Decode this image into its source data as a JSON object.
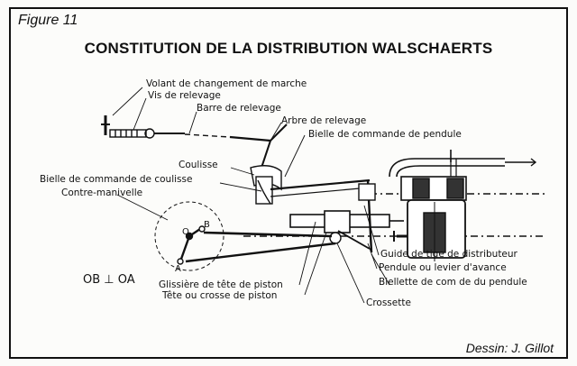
{
  "figure_label": "Figure 11",
  "title": "CONSTITUTION DE LA DISTRIBUTION WALSCHAERTS",
  "credit": "Dessin: J. Gillot",
  "formula": "OB ⊥ OA",
  "letters": {
    "O": "O",
    "A": "A",
    "B": "B"
  },
  "labels": {
    "volant": "Volant de changement de marche",
    "vis": "Vis de relevage",
    "barre": "Barre de relevage",
    "arbre": "Arbre de relevage",
    "bielle_pendule": "Bielle de commande de pendule",
    "coulisse": "Coulisse",
    "bielle_coulisse": "Bielle de commande de coulisse",
    "contre_manivelle": "Contre-manivelle",
    "guide": "Guide de tige de distributeur",
    "pendule": "Pendule ou levier d'avance",
    "biellette": "Biellette de com de du pendule",
    "glissiere": "Glissière de tête de piston",
    "tete": "Tête ou crosse de piston",
    "crossette": "Crossette"
  }
}
